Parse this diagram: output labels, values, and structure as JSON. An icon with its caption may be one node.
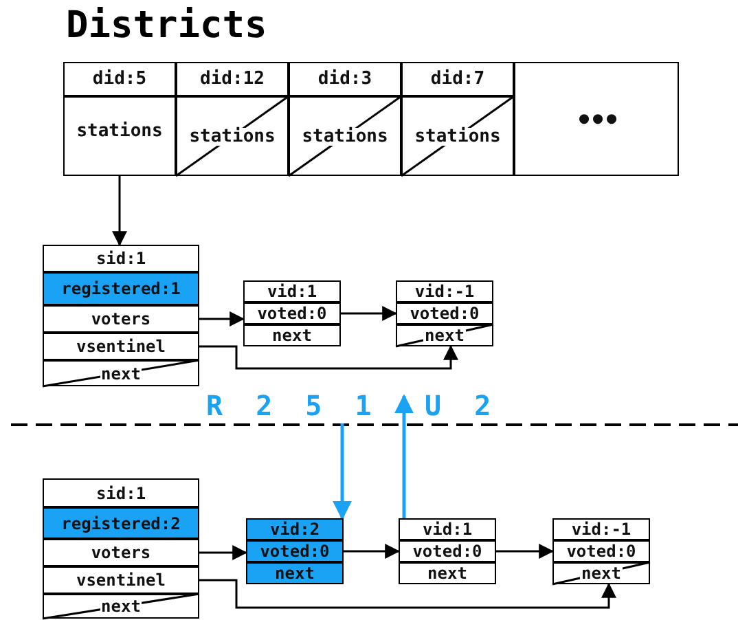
{
  "diagram": {
    "title": "Districts",
    "nodes": [
      {
        "text": [
          "did:5",
          "stations"
        ]
      },
      {
        "text": [
          "did:12",
          "stations"
        ]
      },
      {
        "text": [
          "did:3",
          "stations"
        ]
      },
      {
        "text": [
          "did:7",
          "stations"
        ]
      },
      {
        "text": [
          "•••"
        ]
      },
      {
        "text": [
          "sid:1",
          "registered:1",
          "voters",
          "vsentinel",
          "next"
        ]
      },
      {
        "text": [
          "vid:1",
          "voted:0",
          "next"
        ]
      },
      {
        "text": [
          "vid:-1",
          "voted:0",
          "next"
        ]
      },
      {
        "text": [
          "sid:1",
          "registered:2",
          "voters",
          "vsentinel",
          "next"
        ]
      },
      {
        "text": [
          "vid:2",
          "voted:0",
          "next"
        ]
      },
      {
        "text": [
          "vid:1",
          "voted:0",
          "next"
        ]
      },
      {
        "text": [
          "vid:-1",
          "voted:0",
          "next"
        ]
      }
    ],
    "edges": [
      {
        "from": 0,
        "to": 5,
        "arrow": "to"
      },
      {
        "from": 5,
        "to": 6,
        "arrow": "to"
      },
      {
        "from": 6,
        "to": 7,
        "arrow": "to"
      },
      {
        "from": 5,
        "to": 7,
        "arrow": "to"
      },
      {
        "from": 8,
        "to": 9,
        "arrow": "to"
      },
      {
        "from": 9,
        "to": 10,
        "arrow": "to"
      },
      {
        "from": 10,
        "to": 11,
        "arrow": "to"
      },
      {
        "from": 8,
        "to": 11,
        "arrow": "to"
      },
      {
        "from": null,
        "to": 9,
        "arrow": "to",
        "label": "R 2 5 1",
        "color": "#1aa3f5"
      },
      {
        "from": 10,
        "to": null,
        "arrow": "to",
        "label": "U 2",
        "color": "#1aa3f5"
      }
    ]
  }
}
